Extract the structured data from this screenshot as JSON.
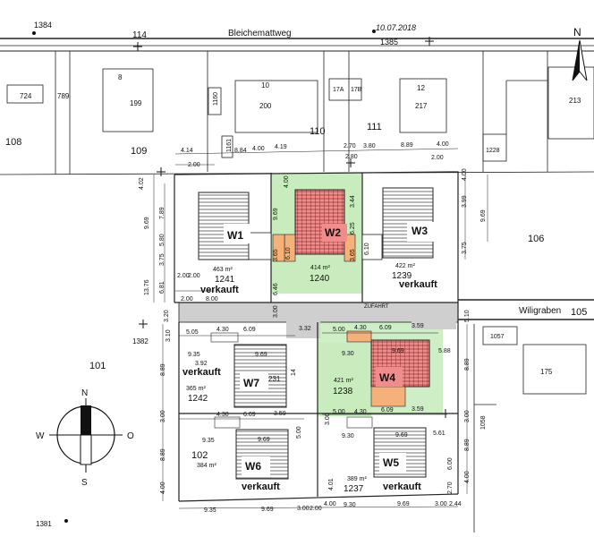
{
  "header": {
    "date": "10.07.2018",
    "parcel_top_left": "1384",
    "parcel_top_right": "1385",
    "parcel_bottom_left": "1381",
    "parcel_1382": "1382"
  },
  "streets": {
    "top": "Bleichemattweg",
    "right": "Wiligraben",
    "access": "ZUFAHRT"
  },
  "neighbors": {
    "p114": "114",
    "p724": "724",
    "p789": "789",
    "p108": "108",
    "p109": "109",
    "p8": "8",
    "p199": "199",
    "p1160": "1160",
    "p10": "10",
    "p200": "200",
    "p110": "110",
    "p1161": "1161",
    "p17a": "17A",
    "p17b": "17B",
    "p111": "111",
    "p12": "12",
    "p217": "217",
    "p1228": "1228",
    "p213": "213",
    "p106": "106",
    "p105": "105",
    "p1057": "1057",
    "p175": "175",
    "p101": "101",
    "p1058": "1058",
    "p102": "102"
  },
  "lots": {
    "w1": {
      "label": "W1",
      "parcel": "1241",
      "area": "463 m²",
      "status": "verkauft"
    },
    "w2": {
      "label": "W2",
      "parcel": "1240",
      "area": "414 m²"
    },
    "w3": {
      "label": "W3",
      "parcel": "1239",
      "area": "422 m²",
      "status": "verkauft"
    },
    "w4": {
      "label": "W4",
      "parcel": "1238",
      "area": "421 m²"
    },
    "w5": {
      "label": "W5",
      "parcel": "1237",
      "area": "389 m²",
      "status": "verkauft"
    },
    "w6": {
      "label": "W6",
      "area": "384 m²",
      "status": "verkauft"
    },
    "w7": {
      "label": "W7",
      "parcel": "1242",
      "area": "365 m²",
      "status": "verkauft"
    },
    "w7_inner": "231"
  },
  "compass": {
    "n": "N",
    "s": "S",
    "w": "W",
    "o": "O"
  },
  "north_arrow": "N",
  "dims": {
    "d414": "4.14",
    "d200a": "2.00",
    "d884": "8.84",
    "d400a": "4.00",
    "d419": "4.19",
    "d270": "2.70",
    "d380": "3.80",
    "d889a": "8.89",
    "d400b": "4.00",
    "d280": "2.80",
    "d200b": "2.00",
    "d400c": "4.00",
    "d402": "4.02",
    "d969a": "9.69",
    "d789": "7.89",
    "d580": "5.80",
    "d375a": "3.75",
    "d1376": "13.76",
    "d681": "6.81",
    "d200c": "2.00",
    "d200d": "2.00",
    "d200e": "2.00",
    "d800": "8.00",
    "d320": "3.20",
    "d310": "3.10",
    "d400d": "4.00",
    "d969b": "9.69",
    "d365a": "3.65",
    "d610a": "6.10",
    "d646": "6.46",
    "d300a": "3.00",
    "d344": "3.44",
    "d625": "6.25",
    "d365b": "3.65",
    "d610b": "6.10",
    "d399": "3.99",
    "d969c": "9.69",
    "d375b": "3.75",
    "d400e": "4.00",
    "d505": "5.05",
    "d430a": "4.30",
    "d609a": "6.09",
    "d332": "3.32",
    "d935a": "9.35",
    "d392": "3.92",
    "d969d": "9.69",
    "d14": "14",
    "d889b": "8.89",
    "d300b": "3.00",
    "d430b": "4.30",
    "d609b": "6.09",
    "d359a": "3.59",
    "d935b": "9.35",
    "d969e": "9.69",
    "d500a": "5.00",
    "d889c": "8.89",
    "d400f": "4.00",
    "d935c": "9.35",
    "d969f": "9.69",
    "d300c": "3.00",
    "d200f": "2.00",
    "d500b": "5.00",
    "d430c": "4.30",
    "d609c": "6.09",
    "d359b": "3.59",
    "d930a": "9.30",
    "d969g": "9.69",
    "d588": "5.88",
    "d889d": "8.89",
    "d300d": "3.00",
    "d500c": "5.00",
    "d430d": "4.30",
    "d609d": "6.09",
    "d359c": "3.59",
    "d930b": "9.30",
    "d969h": "9.69",
    "d561": "5.61",
    "d889e": "8.89",
    "d400g": "4.00",
    "d600": "6.00",
    "d270b": "2.70",
    "d400h": "4.00",
    "d930c": "9.30",
    "d969i": "9.69",
    "d300e": "3.00",
    "d244": "2.44",
    "d510": "5.10",
    "d300f": "3.00",
    "d401": "4.01"
  },
  "colors": {
    "green": "#c9ecbf",
    "red": "#f08c8c",
    "orange": "#f4b27a",
    "gray": "#cfcfcf",
    "line": "#222222"
  }
}
